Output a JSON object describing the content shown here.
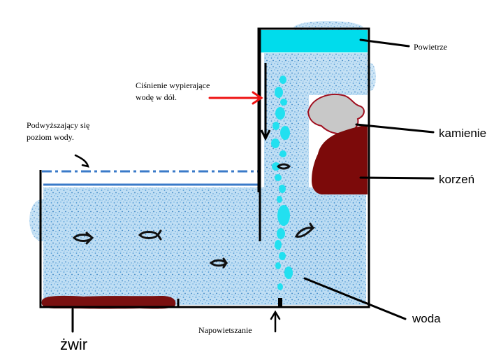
{
  "labels": {
    "powietrze": "Powietrze",
    "pressure_line1": "Ciśnienie wypierające",
    "pressure_line2": "wodę w dół.",
    "rising_line1": "Podwyższający się",
    "rising_line2": "poziom wody.",
    "kamienie": "kamienie",
    "korzen": "korzeń",
    "woda": "woda",
    "napowietrzanie": "Napowietszanie",
    "zwir": "żwir"
  },
  "colors": {
    "water": "#a8d0ee",
    "water_dot": "#3e8fd0",
    "air": "#00dcec",
    "bubble": "#22e0f0",
    "root": "#7c0a0a",
    "stone": "#c8c8c8",
    "stone_outline": "#a01020",
    "gravel": "#7a1010",
    "level_line": "#3a7ac8",
    "arrow_red": "#ee1111",
    "outline": "#000000"
  },
  "icons": [
    "fish-icon",
    "bubble-icon",
    "arrow-icon"
  ]
}
